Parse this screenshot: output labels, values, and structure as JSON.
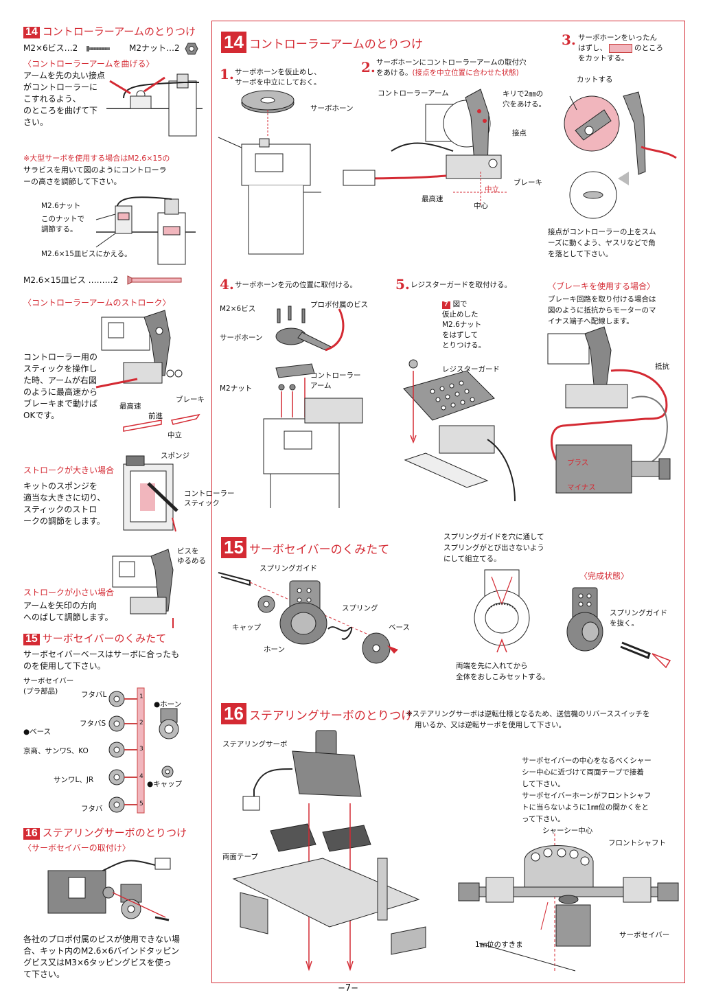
{
  "left": {
    "s14_num": "14",
    "s14_title": "コントローラーアームのとりつけ",
    "parts_screw": "M2×6ビス…2",
    "parts_nut": "M2ナット…2",
    "bend_heading": "〈コントローラーアームを曲げる〉",
    "bend_text": [
      "アームを先の丸い接点",
      "がコントローラーに",
      "こすれるよう、",
      "のところを曲げて下",
      "さい。"
    ],
    "large_servo_note": [
      "※大型サーボを使用する場合はM2.6×15の",
      "サラビスを用いて図のようにコントローラ",
      "ーの高さを調節して下さい。"
    ],
    "m26_nut": "M2.6ナット",
    "adjust_note": [
      "このナットで",
      "調節する。"
    ],
    "replace_screw": "M2.6×15皿ビスにかえる。",
    "flat_screw_qty": "M2.6×15皿ビス ………2",
    "stroke_heading": "〈コントローラーアームのストローク〉",
    "stroke_text": [
      "コントローラー用の",
      "スティックを操作し",
      "た時、アームが右図",
      "のように最高速から",
      "ブレーキまで動けば",
      "OKです。"
    ],
    "label_max_speed": "最高速",
    "label_brake": "ブレーキ",
    "label_forward": "前進",
    "label_neutral": "中立",
    "label_sponge": "スポンジ",
    "big_stroke_heading": "ストロークが大きい場合",
    "big_stroke_text": [
      "キットのスポンジを",
      "適当な大きさに切り、",
      "スティックのストロ",
      "ークの調節をします。"
    ],
    "label_controller_stick": [
      "コントローラー",
      "スティック"
    ],
    "label_loosen": [
      "ビスを",
      "ゆるめる"
    ],
    "small_stroke_heading": "ストロークが小さい場合",
    "small_stroke_text": [
      "アームを矢印の方向",
      "へのばして調節します。"
    ],
    "s15_num": "15",
    "s15_title": "サーボセイバーのくみたて",
    "s15_text": [
      "サーボセイバーベースはサーボに合ったも",
      "のを使用して下さい。"
    ],
    "saver_parts": [
      "サーボセイバー",
      "(プラ部品)"
    ],
    "saver_rows": [
      "フタバL",
      "フタバS",
      "京商、サンワS、KO",
      "サンワL、JR",
      "フタバ"
    ],
    "runner_numbers": [
      "1",
      "2",
      "3",
      "4",
      "5"
    ],
    "label_horn": "●ホーン",
    "label_base": "●ベース",
    "label_cap": "●キャップ",
    "s16_num": "16",
    "s16_title": "ステアリングサーボのとりつけ",
    "s16_sub": "〈サーボセイバーの取付け〉",
    "s16_text": [
      "各社のプロポ付属のビスが使用できない場",
      "合、キット内のM2.6×6バインドタッピン",
      "グビス又はM3×6タッピングビスを使っ",
      "て下さい。"
    ]
  },
  "right": {
    "s14_num": "14",
    "s14_title": "コントローラーアームのとりつけ",
    "step1_num": "1.",
    "step1_text": [
      "サーボホーンを仮止めし、",
      "サーボを中立にしておく。"
    ],
    "label_servo_horn": "サーボホーン",
    "step2_num": "2.",
    "step2_text": "サーボホーンにコントローラーアームの取付穴",
    "step2_text2": "をあける。",
    "step2_note": "(接点を中立位置に合わせた状態)",
    "label_ctrl_arm": "コントローラーアーム",
    "label_drill": [
      "キリで2㎜の",
      "穴をあける。"
    ],
    "label_contact": "接点",
    "label_brake": "ブレーキ",
    "label_neutral": "中立",
    "label_max": "最高速",
    "label_center": "中心",
    "step3_num": "3.",
    "step3_text": [
      "サーボホーンをいったん",
      "はずし、",
      "のところ",
      "をカットする。"
    ],
    "label_cut": "カットする",
    "contact_note": [
      "接点がコントローラーの上をスム",
      "ーズに動くよう、ヤスリなどで角",
      "を落として下さい。"
    ],
    "step4_num": "4.",
    "step4_text": "サーボホーンを元の位置に取付ける。",
    "label_m2x6": "M2×6ビス",
    "label_propo_screw": "プロポ付属のビス",
    "label_servo_horn2": "サーボホーン",
    "label_ctrl_arm2": [
      "コントローラー",
      "アーム"
    ],
    "label_m2nut": "M2ナット",
    "step5_num": "5.",
    "step5_text": "レジスターガードを取付ける。",
    "step5_fig": "7",
    "step5_note": [
      "図で",
      "仮止めした",
      "M2.6ナット",
      "をはずして",
      "とりつける。"
    ],
    "label_resistor_guard": "レジスターガード",
    "brake_heading": "〈ブレーキを使用する場合〉",
    "brake_text": [
      "ブレーキ回路を取り付ける場合は",
      "図のように抵抗からモーターのマ",
      "イナス端子へ配線します。"
    ],
    "label_resistor": "抵抗",
    "label_plus": "プラス",
    "label_minus": "マイナス",
    "s15_num": "15",
    "s15_title": "サーボセイバーのくみたて",
    "label_spring_guide": "スプリングガイド",
    "label_spring": "スプリング",
    "label_cap": "キャップ",
    "label_base": "ベース",
    "label_horn": "ホーン",
    "spring_note": [
      "スプリングガイドを穴に通して",
      "スプリングがとび出さないよう",
      "にして組立てる。"
    ],
    "finished_label": "〈完成状態〉",
    "pull_guide": [
      "スプリングガイド",
      "を抜く。"
    ],
    "insert_note": [
      "両端を先に入れてから",
      "全体をおしこみセットする。"
    ],
    "s16_num": "16",
    "s16_title": "ステアリングサーボのとりつけ",
    "reverse_note": [
      "※ステアリングサーボは逆転仕様となるため、送信機のリバーススイッチを",
      "用いるか、又は逆転サーボを使用して下さい。"
    ],
    "label_steering_servo": "ステアリングサーボ",
    "label_tape": "両面テープ",
    "center_note": [
      "サーボセイバーの中心をなるべくシャー",
      "シー中心に近づけて両面テープで接着",
      "して下さい。",
      "サーボセイバーホーンがフロントシャフ",
      "トに当らないように1㎜位の間かくをと",
      "って下さい。"
    ],
    "label_chassis_center": "シャーシー中心",
    "label_front_shaft": "フロントシャフト",
    "label_gap": "1㎜位のすきま",
    "label_servo_saver": "サーボセイバー"
  },
  "page_number": "−7−",
  "colors": {
    "accent": "#d42a33",
    "ink": "#111111",
    "grey": "#666666",
    "paper": "#ffffff"
  }
}
